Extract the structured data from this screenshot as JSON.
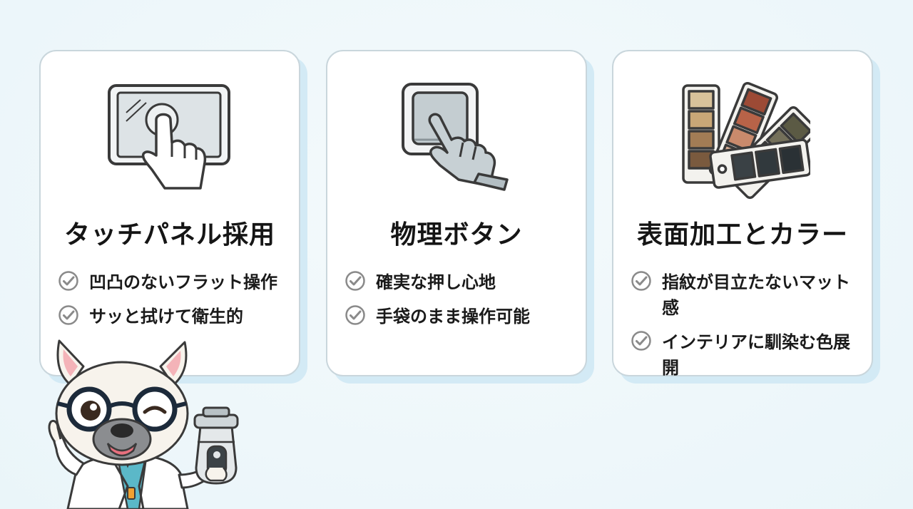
{
  "cards": [
    {
      "title": "タッチパネル採用",
      "illustration_icon": "touch-panel-icon",
      "features": [
        "凹凸のないフラット操作",
        "サッと拭けて衛生的"
      ]
    },
    {
      "title": "物理ボタン",
      "illustration_icon": "physical-button-icon",
      "features": [
        "確実な押し心地",
        "手袋のまま操作可能"
      ]
    },
    {
      "title": "表面加工とカラー",
      "illustration_icon": "color-swatch-icon",
      "features": [
        "指紋が目立たないマット感",
        "インテリアに馴染む色展開"
      ]
    }
  ],
  "colors": {
    "background": "#eef7fa",
    "card_shadow": "#d3eaf5",
    "title_highlight": "#cfe6f3",
    "check_circle": "#8a8a8a"
  },
  "mascot": {
    "icon": "french-bulldog-mascot"
  }
}
